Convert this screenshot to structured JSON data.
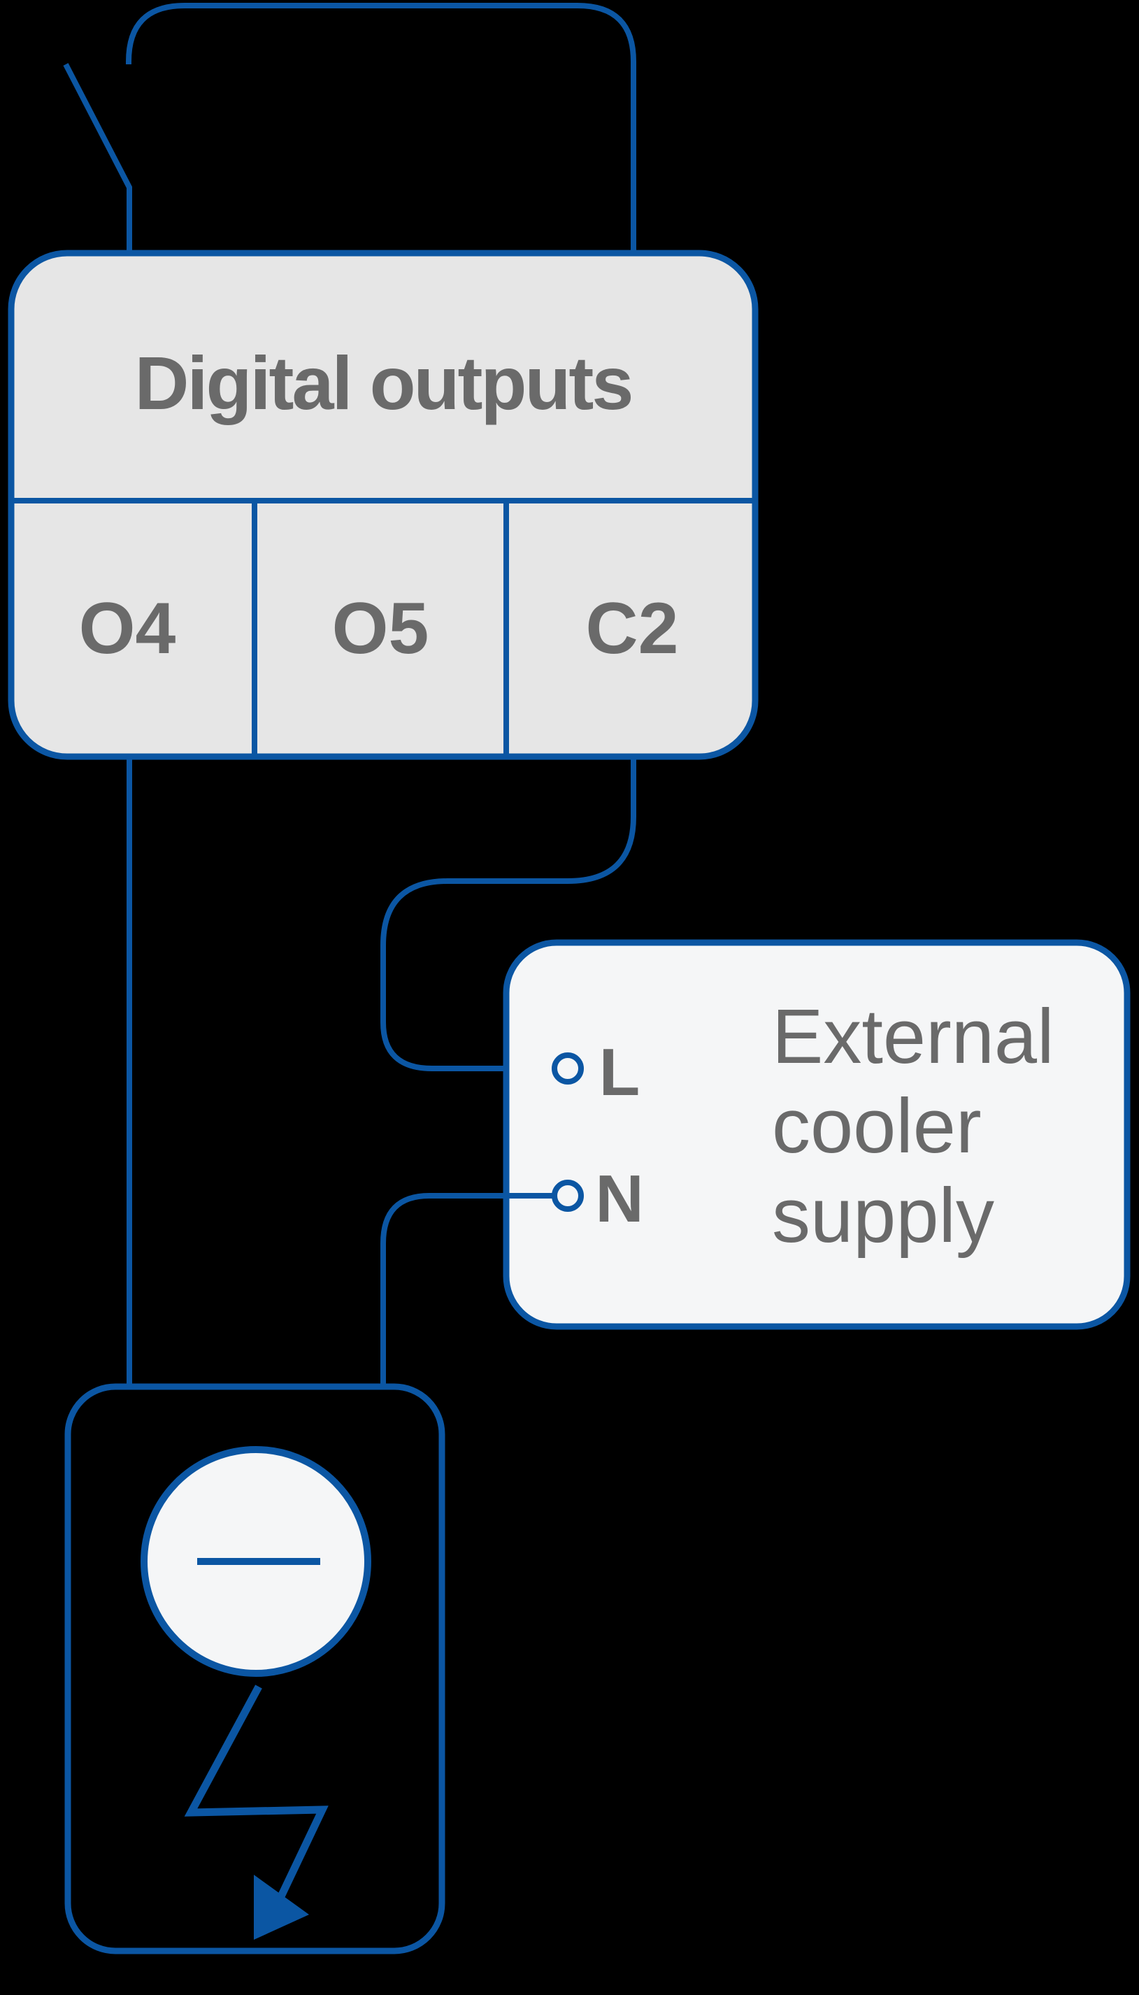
{
  "diagram": {
    "digital_outputs_box": {
      "title": "Digital outputs",
      "terminals": [
        "O4",
        "O5",
        "C2"
      ]
    },
    "cooler_box": {
      "label_lines": [
        "External",
        "cooler",
        "supply"
      ],
      "terminals": {
        "line": "L",
        "neutral": "N"
      }
    },
    "icons": {
      "open_switch": "open-switch-icon",
      "minus": "minus-icon",
      "lightning_arrow": "lightning-arrow-icon"
    },
    "colors": {
      "wire_blue": "#0b56a3",
      "box_fill": "#e6e6e6",
      "cooler_fill": "#f5f6f7",
      "label_gray": "#6a6a6a",
      "background": "#000000"
    }
  }
}
